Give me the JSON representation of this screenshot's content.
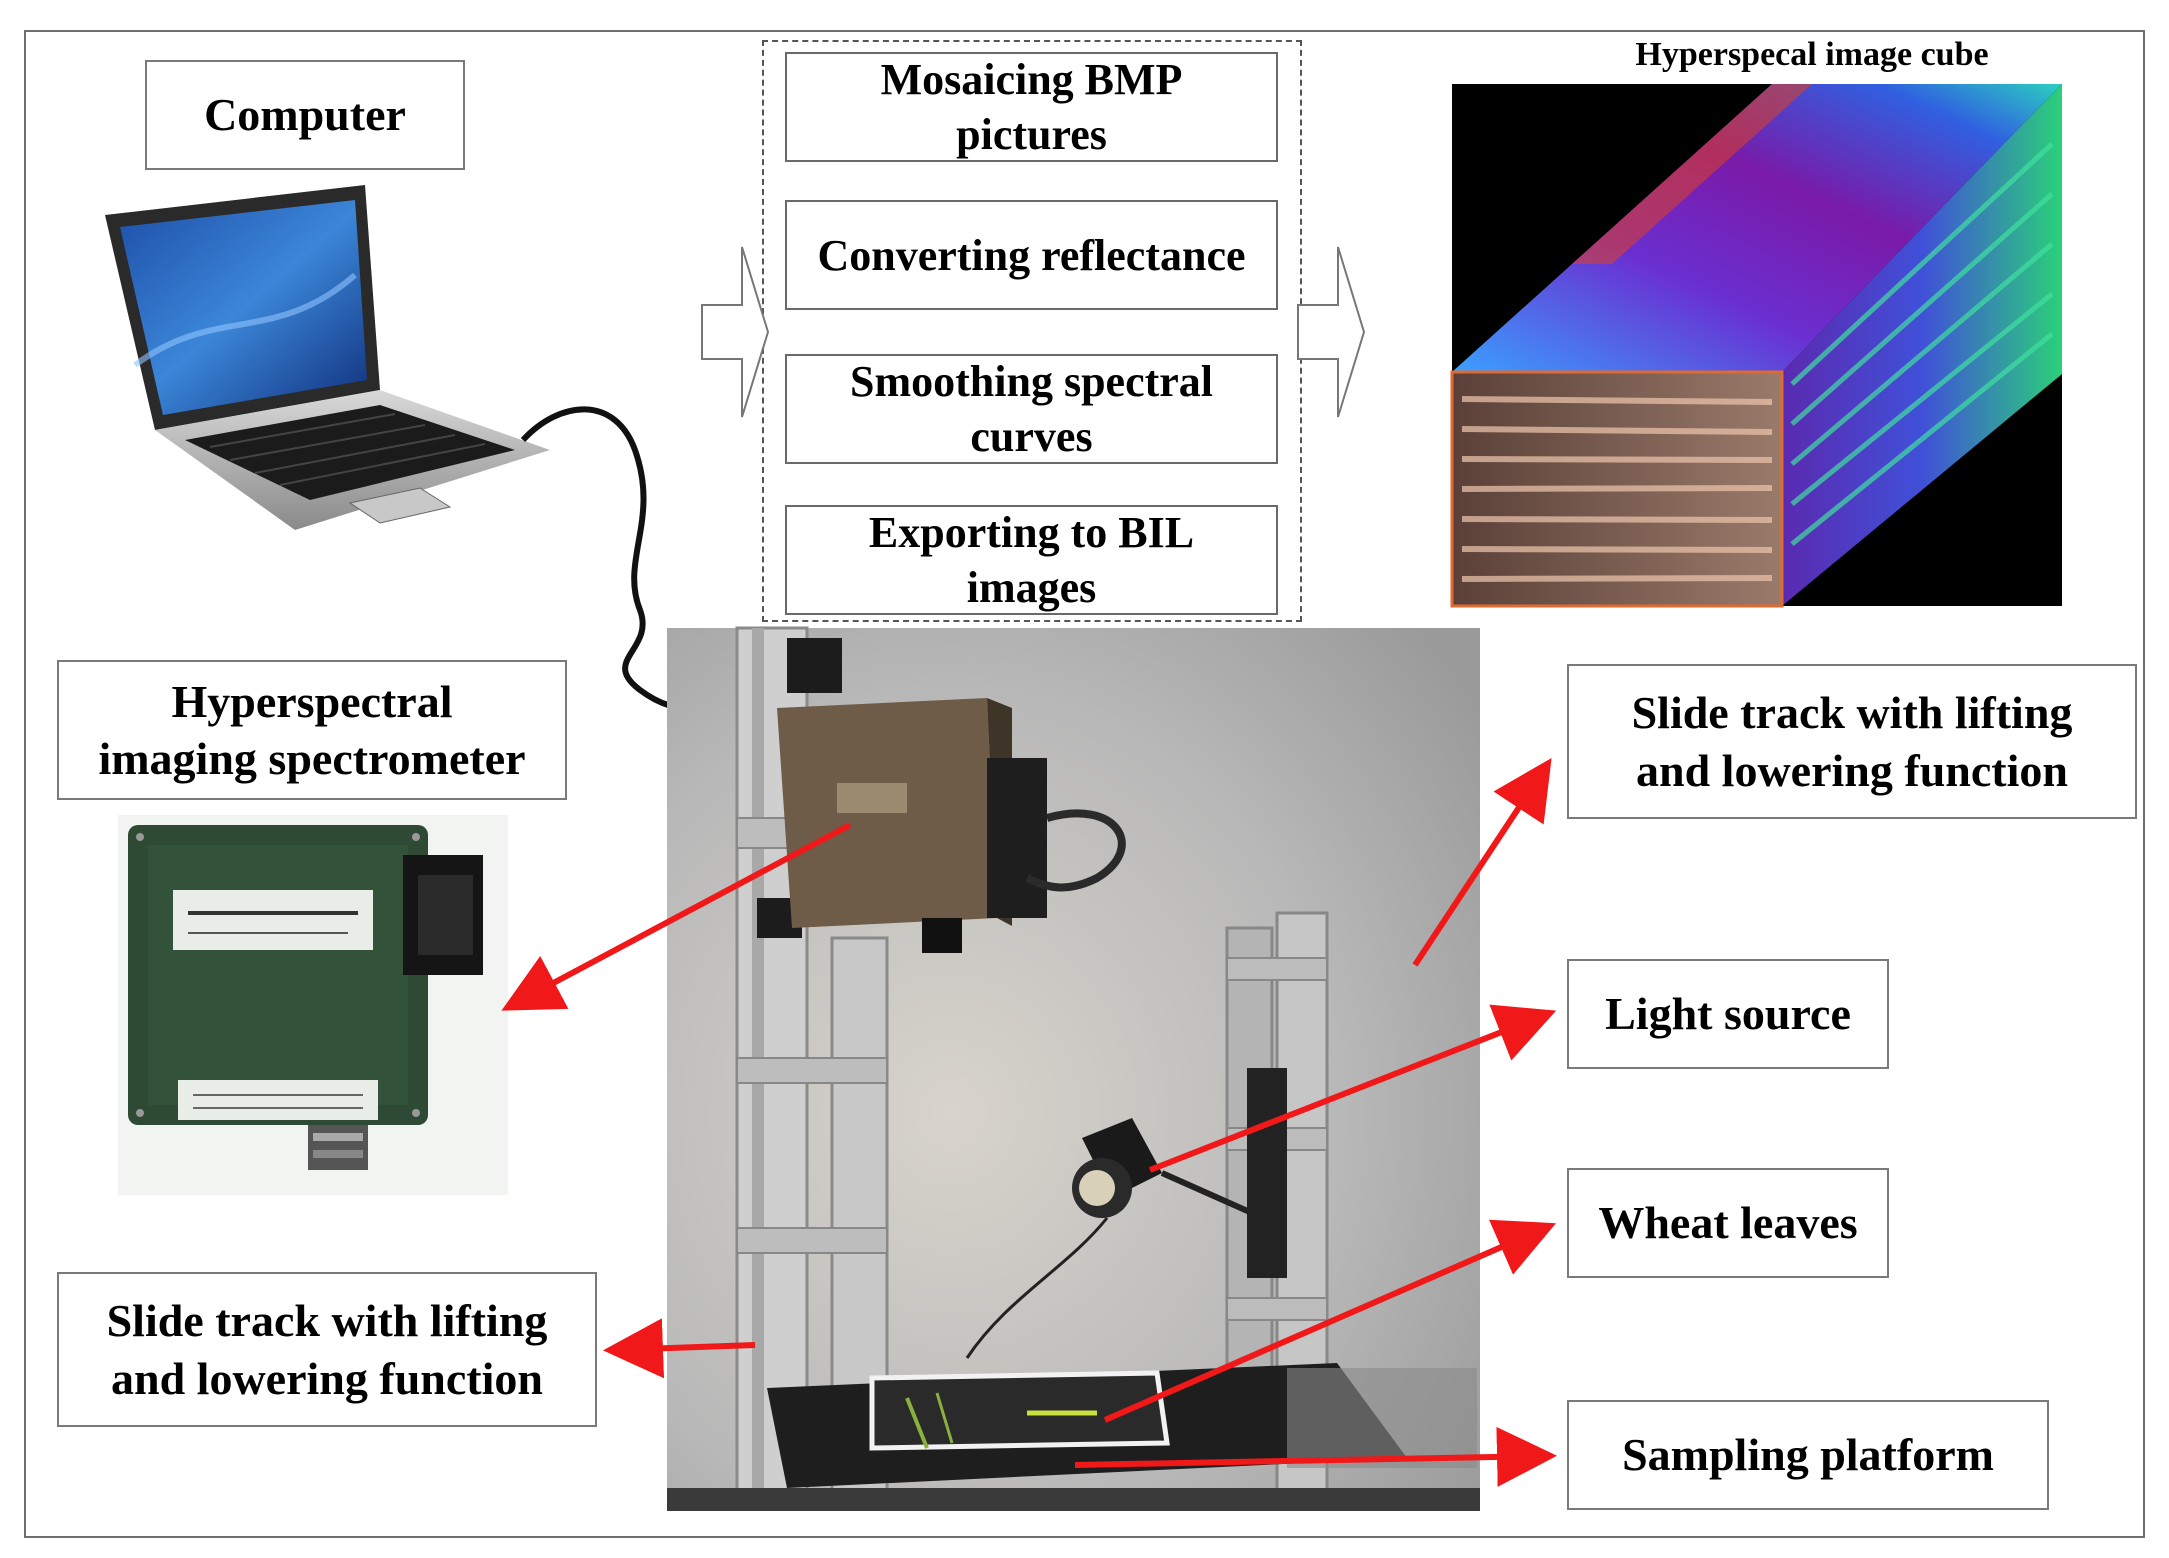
{
  "labels": {
    "computer": "Computer",
    "spectrometer": "Hyperspectral\nimaging spectrometer",
    "slide_track_left": "Slide track with lifting\nand lowering function",
    "slide_track_right": "Slide track with lifting\nand lowering function",
    "light_source": "Light source",
    "wheat_leaves": "Wheat leaves",
    "sampling_platform": "Sampling platform",
    "cube_title": "Hyperspecal image cube"
  },
  "steps": [
    "Mosaicing BMP\npictures",
    "Converting reflectance",
    "Smoothing spectral\ncurves",
    "Exporting to BIL\nimages"
  ],
  "colors": {
    "arrow": "#f01818",
    "box_border": "#7a7a7a"
  }
}
